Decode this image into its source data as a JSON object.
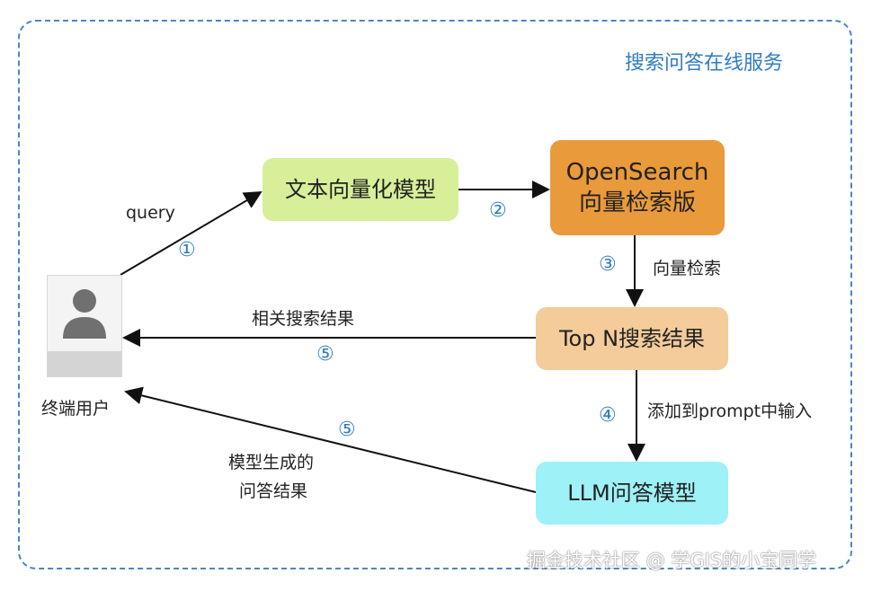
{
  "service_title": "搜索问答在线服务",
  "nodes": {
    "embedding": "文本向量化模型",
    "opensearch_line1": "OpenSearch",
    "opensearch_line2": "向量检索版",
    "topn": "Top N搜索结果",
    "llm": "LLM问答模型"
  },
  "user_label": "终端用户",
  "edges": {
    "query": "query",
    "step1": "①",
    "step2": "②",
    "step3": "③",
    "vector_search": "向量检索",
    "step4": "④",
    "add_to_prompt": "添加到prompt中输入",
    "related_results": "相关搜索结果",
    "step5a": "⑤",
    "step5b": "⑤",
    "generated_line1": "模型生成的",
    "generated_line2": "问答结果"
  },
  "watermark": "掘金技术社区 @ 学GIS的小宝同学"
}
